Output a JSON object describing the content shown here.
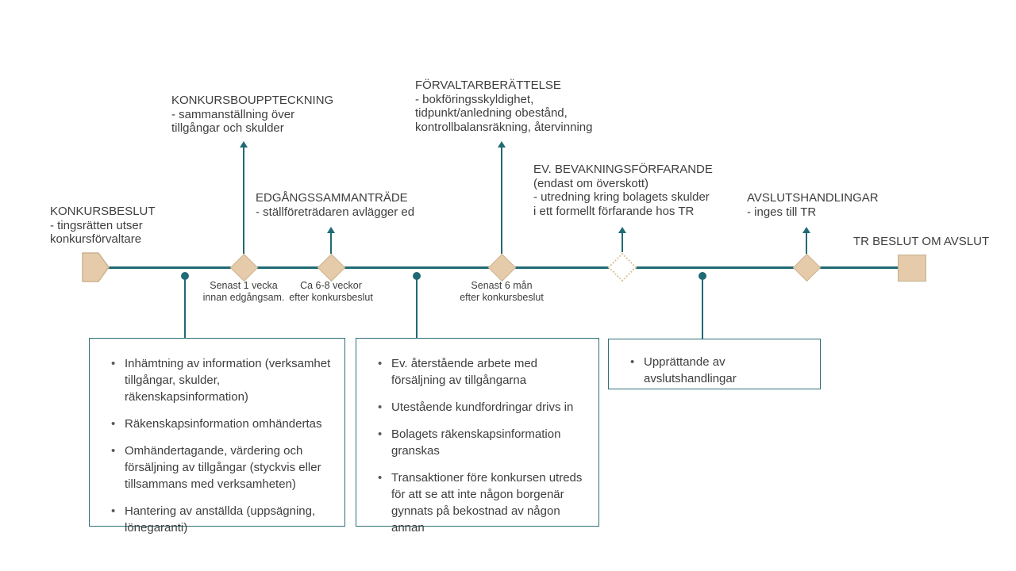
{
  "colors": {
    "teal": "#206A74",
    "tan": "#E5CBA9",
    "tan_border": "#CDB290",
    "text": "#3E3E3E"
  },
  "events": [
    {
      "title": "KONKURSBESLUT",
      "desc": "- tingsrätten utser\nkonkursförvaltare"
    },
    {
      "title": "KONKURSBOUPPTECKNING",
      "desc": "- sammanställning över\ntillgångar och skulder"
    },
    {
      "title": "EDGÅNGSSAMMANTRÄDE",
      "desc": "- ställföreträdaren avlägger ed"
    },
    {
      "title": "FÖRVALTARBERÄTTELSE",
      "desc": "- bokföringsskyldighet,\ntidpunkt/anledning obestånd,\nkontrollbalansräkning, återvinning"
    },
    {
      "title": "EV. BEVAKNINGSFÖRFARANDE",
      "desc": "(endast om överskott)\n- utredning kring bolagets skulder\ni ett formellt förfarande hos TR"
    },
    {
      "title": "AVSLUTSHANDLINGAR",
      "desc": "- inges till TR"
    },
    {
      "title": "TR BESLUT OM AVSLUT",
      "desc": ""
    }
  ],
  "timings": [
    "Senast 1 vecka\ninnan edgångsam.",
    "Ca 6-8 veckor\nefter konkursbeslut",
    "Senast 6 mån\nefter konkursbeslut"
  ],
  "boxes": [
    {
      "items": [
        "Inhämtning av information (verksamhet tillgångar, skulder, räkenskapsinformation)",
        "Räkenskapsinformation omhändertas",
        "Omhändertagande, värdering och försäljning av tillgångar (styckvis eller tillsammans med verksamheten)",
        "Hantering av anställda (uppsägning, lönegaranti)"
      ]
    },
    {
      "items": [
        "Ev. återstående arbete med försäljning av tillgångarna",
        "Utestående kundfordringar drivs in",
        "Bolagets räkenskapsinformation granskas",
        "Transaktioner före konkursen utreds för att se att inte någon borgenär gynnats på bekostnad av någon annan"
      ]
    },
    {
      "items": [
        "Upprättande av avslutshandlingar"
      ]
    }
  ]
}
